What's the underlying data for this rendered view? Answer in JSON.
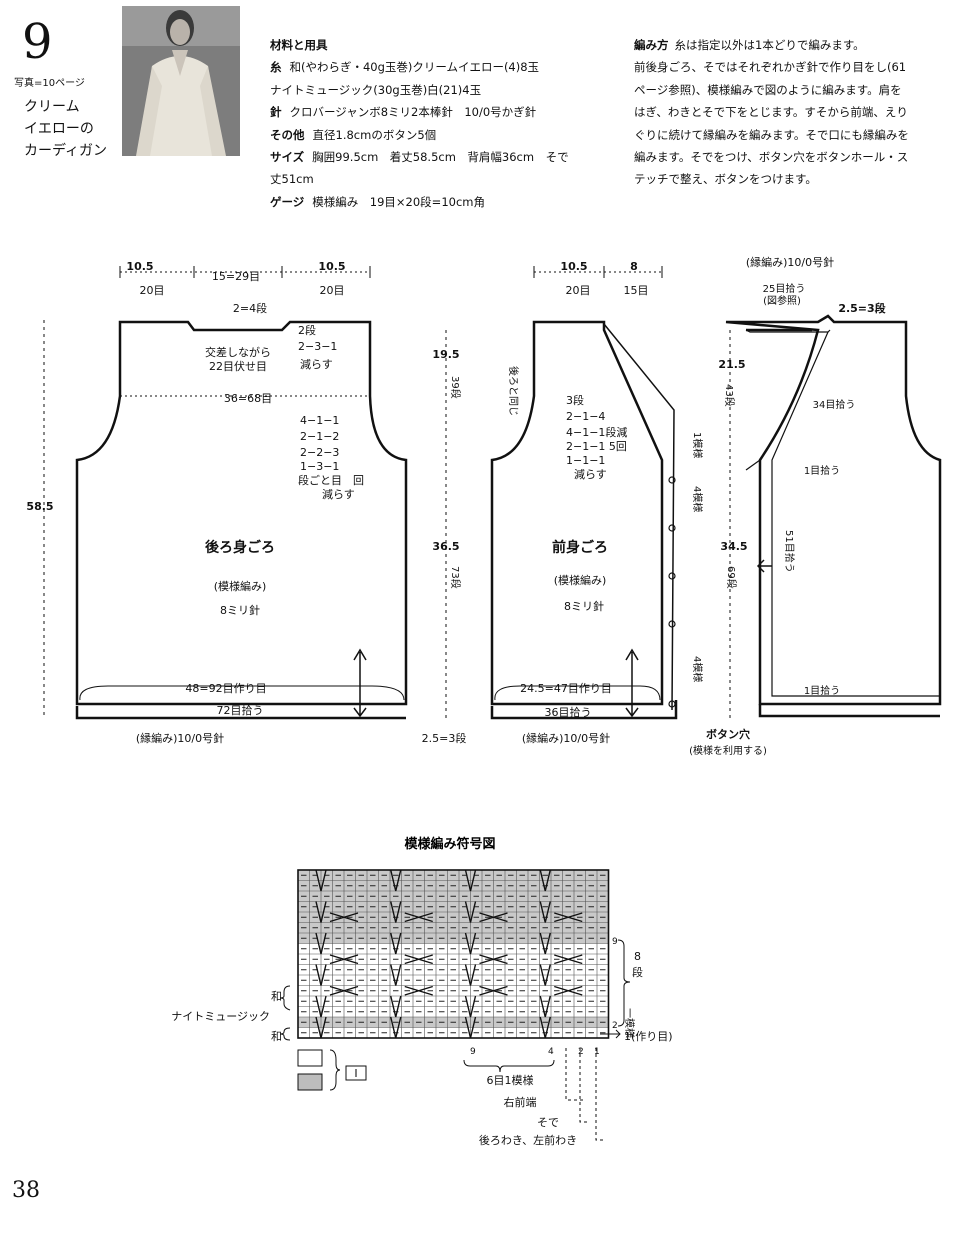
{
  "header": {
    "pattern_number": "9",
    "photo_ref": "写真=10ページ",
    "title_lines": [
      "クリーム",
      "イエローの",
      "カーディガン"
    ]
  },
  "materials": {
    "heading": "材料と用具",
    "yarn_label": "糸",
    "yarn_1": "和(やわらぎ・40g玉巻)クリームイエロー(4)8玉",
    "yarn_2": "ナイトミュージック(30g玉巻)白(21)4玉",
    "needle_label": "針",
    "needle": "クロバージャンボ8ミリ2本棒針　10/0号かぎ針",
    "other_label": "その他",
    "other": "直径1.8cmのボタン5個",
    "size_label": "サイズ",
    "size_1": "胸囲99.5cm　着丈58.5cm　背肩幅36cm　そで",
    "size_2": "丈51cm",
    "gauge_label": "ゲージ",
    "gauge": "模様編み　19目×20段=10cm角"
  },
  "method": {
    "heading": "編み方",
    "lines": [
      "糸は指定以外は1本どりで編みます。",
      "前後身ごろ、そではそれぞれかぎ針で作り目をし(61",
      "ページ参照)、模様編みで図のように編みます。肩を",
      "はぎ、わきとそで下をとじます。すそから前端、えり",
      "ぐりに続けて縁編みを編みます。そで口にも縁編みを",
      "編みます。そでをつけ、ボタン穴をボタンホール・ス",
      "テッチで整え、ボタンをつけます。"
    ]
  },
  "back": {
    "title": "後ろ身ごろ",
    "stitch": "(模様編み)",
    "needle": "8ミリ針",
    "top_w1": "10.5",
    "top_w1_st": "20目",
    "top_mid": "15=29目",
    "top_w2": "10.5",
    "top_w2_st": "20目",
    "neck_depth": "2=4段",
    "neck_l1": "交差しながら",
    "neck_l2": "22目伏せ目",
    "neck_dec_1": "2段",
    "neck_dec_2": "2−3−1",
    "neck_dec_3": "減らす",
    "shoulder": "36=68目",
    "arm_1": "4−1−1",
    "arm_2": "2−1−2",
    "arm_3": "2−2−3",
    "arm_4": "1−3−1",
    "arm_5": "段ごと目　回",
    "arm_6": "減らす",
    "height": "58.5",
    "bottom": "48=92目作り目",
    "edge_pick": "72目拾う",
    "edge_label": "(縁編み)10/0号針"
  },
  "front": {
    "title": "前身ごろ",
    "stitch": "(模様編み)",
    "needle": "8ミリ針",
    "top_w1": "10.5",
    "top_w1_st": "20目",
    "top_w2": "8",
    "top_w2_st": "15目",
    "same_as_back": "後ろと同じ",
    "upper_h": "19.5",
    "upper_rows": "39段",
    "dec_1": "3段",
    "dec_2": "2−1−4",
    "dec_3": "4−1−1段減",
    "dec_4": "2−1−1 5回",
    "dec_5": "1−1−1",
    "dec_6": "減らす",
    "lower_h": "36.5",
    "lower_rows": "73段",
    "pattern_1": "1模様",
    "pattern_2": "4模様",
    "pattern_3": "4模様",
    "bottom": "24.5=47目作り目",
    "edge_pick": "36目拾う",
    "edge_h": "2.5=3段",
    "edge_label": "(縁編み)10/0号針",
    "buttonhole": "ボタン穴",
    "buttonhole_note": "(模様を利用する)"
  },
  "sleeve": {
    "edge_label": "(縁編み)10/0号針",
    "pick_25": "25目拾う",
    "chart_ref": "(図参照)",
    "edge_h": "2.5=3段",
    "upper_h": "21.5",
    "upper_rows": "43段",
    "pick_34": "34目拾う",
    "pick_1a": "1目拾う",
    "pick_51": "51目拾う",
    "lower_h": "34.5",
    "lower_rows": "69段",
    "pick_1b": "1目拾う"
  },
  "chart": {
    "title": "模様編み符号図",
    "yarn_wa": "和",
    "yarn_night": "ナイトミュージック",
    "yarn_wa2": "和",
    "rows_label_1": "8",
    "rows_label_2": "段",
    "rows_label_3": "一模様",
    "cast_on": "1(作り目)",
    "row_9": "9",
    "row_2": "2",
    "col_9": "9",
    "col_4": "4",
    "col_2": "2",
    "col_1": "1",
    "repeat": "6目1模様",
    "right_front": "右前端",
    "sleeve": "そで",
    "sides": "後ろわき、左前わき",
    "legend_knit": "I"
  },
  "page_number": "38"
}
